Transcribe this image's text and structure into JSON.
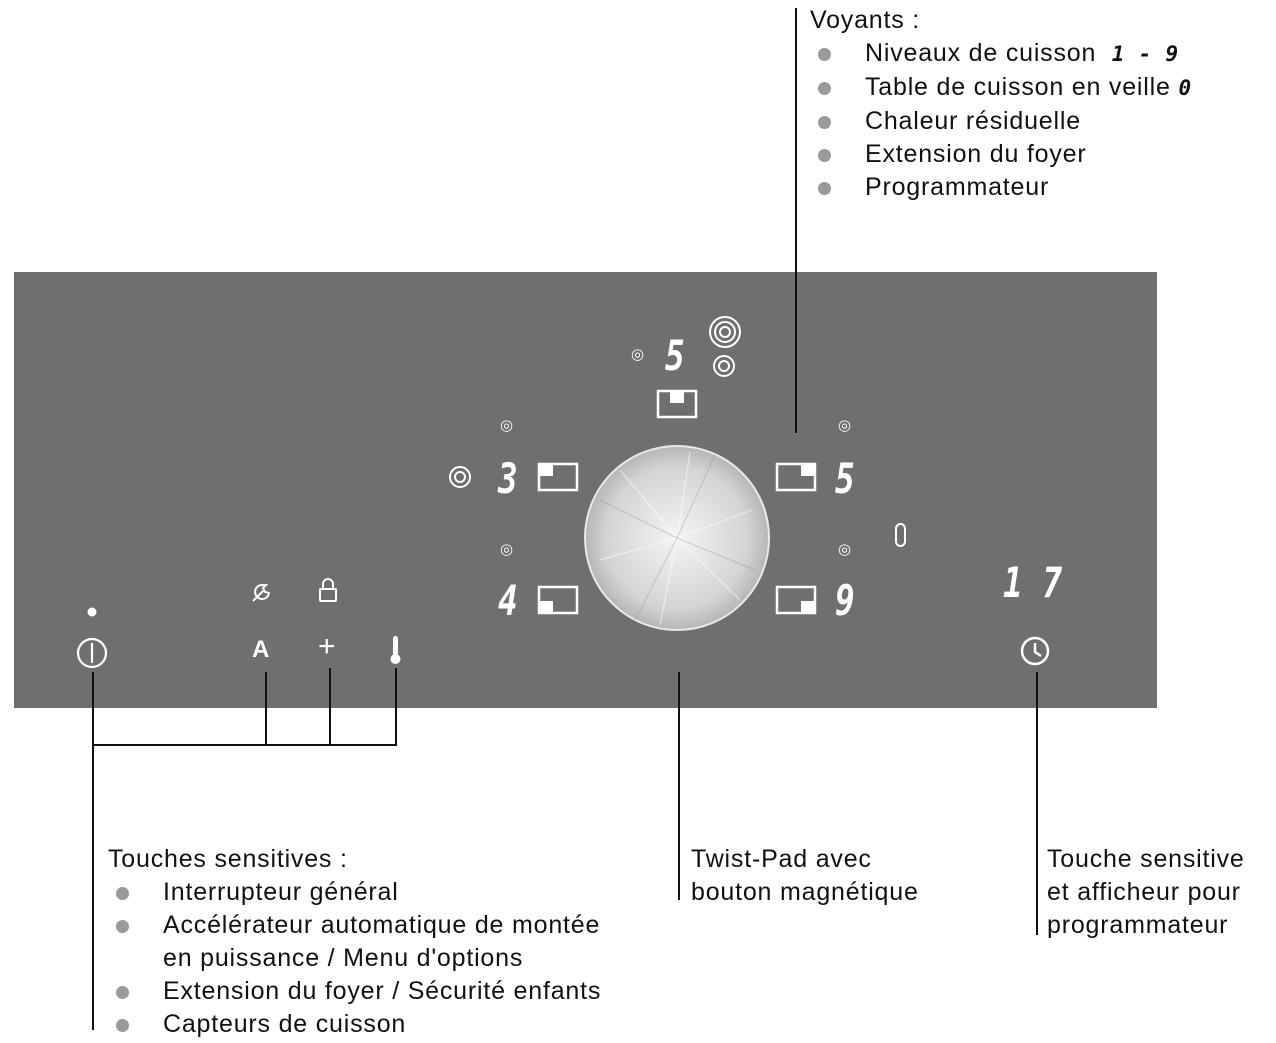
{
  "voyants": {
    "heading": "Voyants :",
    "items": [
      {
        "text": "Niveaux de cuisson",
        "seg": "1 - 9"
      },
      {
        "text": "Table de cuisson en veille",
        "seg": "0"
      },
      {
        "text": "Chaleur résiduelle",
        "seg": ""
      },
      {
        "text": "Extension du foyer",
        "seg": ""
      },
      {
        "text": "Programmateur",
        "seg": ""
      }
    ]
  },
  "touches": {
    "heading": "Touches sensitives :",
    "items": [
      {
        "line1": "Interrupteur général",
        "line2": ""
      },
      {
        "line1": "Accélérateur automatique de montée",
        "line2": "en puissance / Menu d'options"
      },
      {
        "line1": "Extension du foyer / Sécurité enfants",
        "line2": ""
      },
      {
        "line1": "Capteurs de cuisson",
        "line2": ""
      }
    ]
  },
  "twistpad": {
    "line1": "Twist-Pad avec",
    "line2": "bouton magnétique"
  },
  "programmateur": {
    "line1": "Touche sensitive",
    "line2": "et afficheur pour",
    "line3": "programmateur"
  },
  "panel": {
    "zone_top_level": "5",
    "zone_left_top_level": "3",
    "zone_left_bottom_level": "4",
    "zone_right_top_level": "5",
    "zone_right_bottom_level": "9",
    "standby_level": "0",
    "timer_display": "1 7",
    "button_a_label": "A",
    "button_plus_label": "+",
    "colors": {
      "panel": "#6f6f71",
      "glyph": "#ffffff",
      "bullet": "#9a9a9a"
    }
  }
}
